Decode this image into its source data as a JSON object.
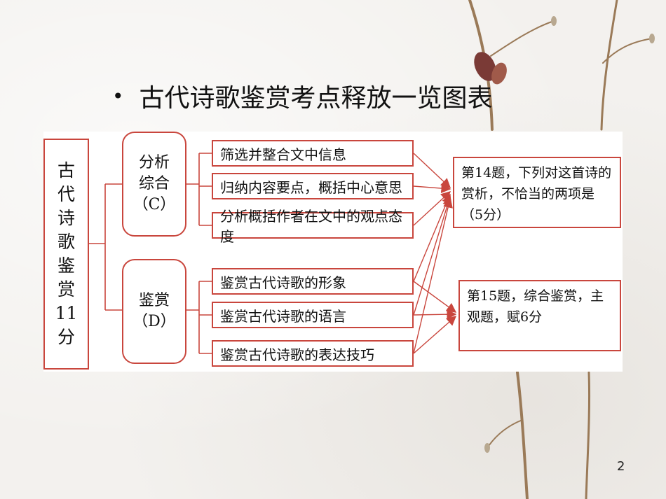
{
  "title": "古代诗歌鉴赏考点释放一览图表",
  "main": {
    "chars": [
      "古",
      "代",
      "诗",
      "歌",
      "鉴",
      "赏",
      "11",
      "分"
    ]
  },
  "categories": [
    {
      "lines": [
        "分析",
        "综合",
        "（C）"
      ]
    },
    {
      "lines": [
        "鉴赏",
        "（D）"
      ]
    }
  ],
  "items": [
    "筛选并整合文中信息",
    "归纳内容要点，概括中心意思",
    "分析概括作者在文中的观点态度",
    "鉴赏古代诗歌的形象",
    "鉴赏古代诗歌的语言",
    "鉴赏古代诗歌的表达技巧"
  ],
  "questions": [
    {
      "text": "第14题，下列对这首诗的赏析，不恰当的两项是（5分）"
    },
    {
      "text": "第15题，综合鉴赏，主观题，赋6分"
    }
  ],
  "page_number": "2"
}
